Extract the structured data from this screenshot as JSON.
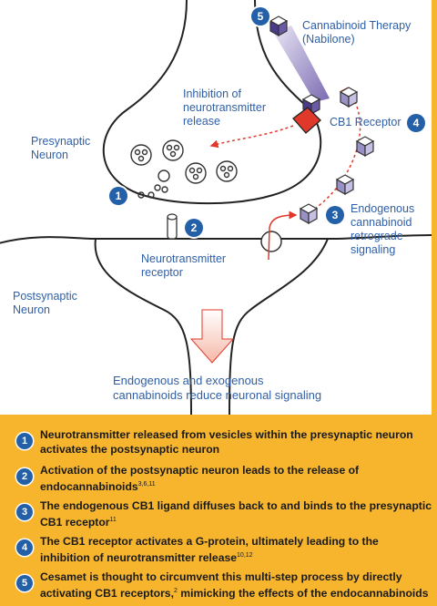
{
  "labels": {
    "therapy_line1": "Cannabinoid Therapy",
    "therapy_line2": "(Nabilone)",
    "inhibition_line1": "Inhibition of",
    "inhibition_line2": "neurotransmitter",
    "inhibition_line3": "release",
    "presynaptic_line1": "Presynaptic",
    "presynaptic_line2": "Neuron",
    "cb1_receptor": "CB1 Receptor",
    "endogenous_line1": "Endogenous",
    "endogenous_line2": "cannabinoid",
    "endogenous_line3": "retrograde",
    "endogenous_line4": "signaling",
    "nt_receptor_line1": "Neurotransmitter",
    "nt_receptor_line2": "receptor",
    "postsynaptic_line1": "Postsynaptic",
    "postsynaptic_line2": "Neuron",
    "summary_line1": "Endogenous and exogenous",
    "summary_line2": "cannabinoids reduce neuronal signaling"
  },
  "badges": [
    "1",
    "2",
    "3",
    "4",
    "5"
  ],
  "legend": [
    {
      "num": "1",
      "line1": "Neurotransmitter released from vesicles within the presynaptic neuron",
      "line2": "activates the postsynaptic neuron",
      "refs": ""
    },
    {
      "num": "2",
      "line1": "Activation of the postsynaptic neuron leads to the release of",
      "line2": "endocannabinoids",
      "refs": "3,6,11"
    },
    {
      "num": "3",
      "line1": "The endogenous CB1 ligand diffuses back to and binds to the presynaptic",
      "line2": "CB1 receptor",
      "refs": "11"
    },
    {
      "num": "4",
      "line1": "The CB1 receptor activates a G-protein, ultimately leading to the",
      "line2": "inhibition of neurotransmitter release",
      "refs": "10,12"
    },
    {
      "num": "5",
      "line1": "Cesamet is thought to circumvent this multi-step process by directly",
      "line2a": "activating CB1 receptors,",
      "refs": "2",
      "line2b": " mimicking the effects of the endocannabinoids"
    }
  ],
  "colors": {
    "accent": "#f7b52e",
    "label_blue": "#2f5fa7",
    "badge_blue": "#2460a7",
    "arrow_red": "#e0392b",
    "cube_purple": "#6b5aa8"
  }
}
